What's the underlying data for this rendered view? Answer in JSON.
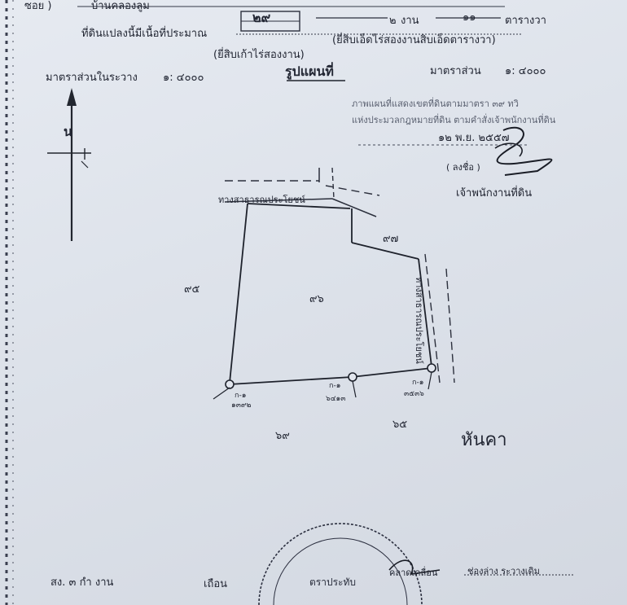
{
  "header": {
    "top_left_partial": "ซอย )",
    "top_center_partial": "บ้านคลองลูม",
    "area_line_label": "ที่ดินแปลงนี้มีเนื้อที่ประมาณ",
    "rai_value": "๒๙",
    "ngan_unit": "งาน",
    "ngan_value": "๒",
    "wa_value": "๑๑",
    "wa_unit": "ตารางวา",
    "area_words_left": "(ยี่สิบเก้าไร่สองงาน)",
    "area_words_right": "(ยี่สิบเอ็ดไร่สองงานสิบเอ็ดตารางวา)"
  },
  "scales": {
    "left_label": "มาตราส่วนในระวาง",
    "left_value": "๑: ๔๐๐๐",
    "center_title": "รูปแผนที่",
    "right_label": "มาตราส่วน",
    "right_value": "๑: ๔๐๐๐"
  },
  "certification": {
    "line1": "ภาพแผนที่แสดงเขตที่ดินตามมาตรา ๓๙ ทวิ",
    "line2": "แห่งประมวลกฎหมายที่ดิน ตามคำสั่งเจ้าพนักงานที่ดิน",
    "date": "๑๒ พ.ย. ๒๕๕๗",
    "signature_line": "( ลงชื่อ )",
    "officer_title": "เจ้าพนักงานที่ดิน"
  },
  "map": {
    "north_label": "น",
    "road_top": "ทางสาธารณประโยชน์",
    "road_right": "ทางสาธารณประโยชน์",
    "parcel_center": "๙๖",
    "parcel_north_east": "๙๗",
    "parcel_west": "๙๕",
    "parcel_south_left": "๖๙",
    "parcel_south_right": "๖๕",
    "marker_left_code": "ก-๑",
    "marker_left_num": "๑๓๙๒",
    "marker_mid_code": "ก-๑",
    "marker_mid_num": "๖๔๑๓",
    "marker_right_code": "ก-๑",
    "marker_right_num": "๓๕๓๖",
    "handwritten_note": "หันคา"
  },
  "footer": {
    "left_text": "สง. ๓ กำ    งาน",
    "mid_text": "เถือน",
    "stamp_text": "ตราประทับ",
    "right_text_1": "คลาดเคลื่อน",
    "right_text_2": "ช่องล่าง ระวางเดิม"
  },
  "colors": {
    "paper": "#e2e6ee",
    "ink": "#222633",
    "line": "#2a2e3b"
  }
}
